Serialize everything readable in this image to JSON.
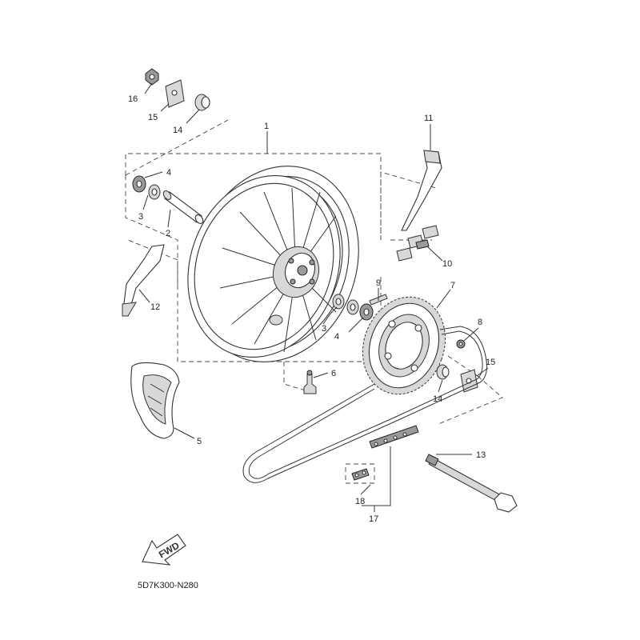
{
  "diagram_code": "5D7K300-N280",
  "direction_label": "FWD",
  "callouts": {
    "c1": "1",
    "c2": "2",
    "c3a": "3",
    "c3b": "3",
    "c4a": "4",
    "c4b": "4",
    "c5": "5",
    "c6": "6",
    "c7": "7",
    "c8": "8",
    "c9": "9",
    "c10": "10",
    "c11": "11",
    "c12": "12",
    "c13": "13",
    "c14a": "14",
    "c14b": "14",
    "c15a": "15",
    "c15b": "15",
    "c16": "16",
    "c17": "17",
    "c18": "18"
  }
}
